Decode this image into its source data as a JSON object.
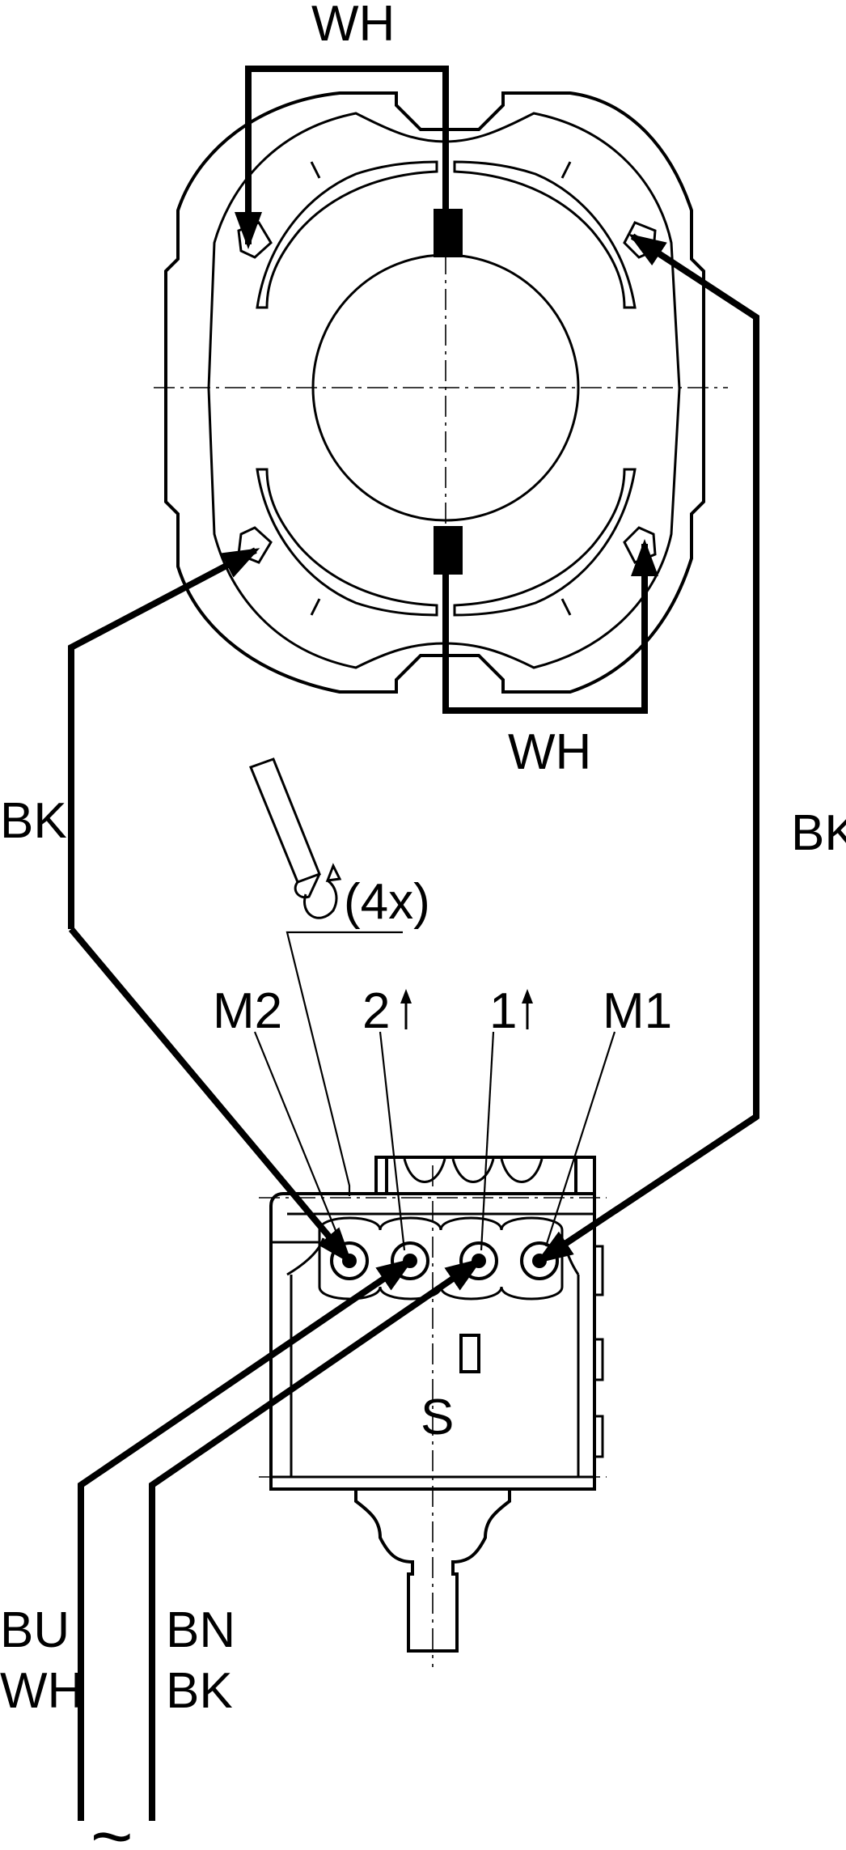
{
  "labels": {
    "wh_top": "WH",
    "wh_bottom": "WH",
    "bk_left": "BK",
    "bk_right": "BK",
    "repeat_count": "(4x)",
    "terminal_m2": "M2",
    "terminal_2": "2",
    "terminal_1": "1",
    "terminal_m1": "M1",
    "switch_s": "S",
    "supply_left_line1": "BU",
    "supply_left_line2": "WH",
    "supply_right_line1": "BN",
    "supply_right_line2": "BK",
    "ac_symbol": "~"
  }
}
